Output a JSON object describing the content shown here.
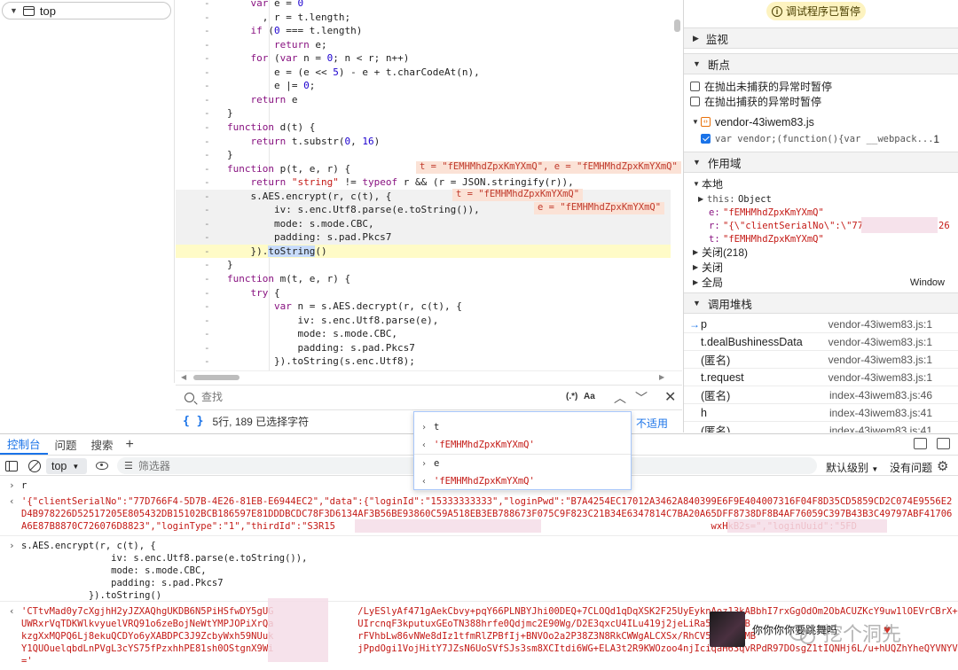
{
  "file_tree": {
    "top_frame": "top"
  },
  "code_lines": [
    {
      "html": "            <span class=\"kw\">var</span> e = <span class=\"num\">0</span>"
    },
    {
      "html": "              , r = t.length;"
    },
    {
      "html": "            <span class=\"kw\">if</span> (<span class=\"num\">0</span> === t.length)"
    },
    {
      "html": "                <span class=\"kw\">return</span> e;"
    },
    {
      "html": "            <span class=\"kw\">for</span> (<span class=\"kw\">var</span> n = <span class=\"num\">0</span>; n &lt; r; n++)"
    },
    {
      "html": "                e = (e &lt;&lt; <span class=\"num\">5</span>) - e + t.charCodeAt(n),"
    },
    {
      "html": "                e |= <span class=\"num\">0</span>;"
    },
    {
      "html": "            <span class=\"kw\">return</span> e"
    },
    {
      "html": "        }"
    },
    {
      "html": "        <span class=\"kw\">function</span> d(t) {"
    },
    {
      "html": "            <span class=\"kw\">return</span> t.substr(<span class=\"num\">0</span>, <span class=\"num\">16</span>)"
    },
    {
      "html": "        }"
    },
    {
      "html": "        <span class=\"kw\">function</span> p(t, e, r) {"
    },
    {
      "html": "            <span class=\"kw\">return</span> <span class=\"str\">\"string\"</span> != <span class=\"kw\">typeof</span> r &amp;&amp; (r = JSON.stringify(r)),"
    },
    {
      "html": "            s.AES.encrypt(r, c(t), {"
    },
    {
      "html": "                iv: s.enc.Utf8.parse(e.toString()),"
    },
    {
      "html": "                mode: s.mode.CBC,"
    },
    {
      "html": "                padding: s.pad.Pkcs7"
    },
    {
      "html": "            }).<span class=\"sel\">toString</span>()"
    },
    {
      "html": "        }"
    },
    {
      "html": "        <span class=\"kw\">function</span> m(t, e, r) {"
    },
    {
      "html": "            <span class=\"kw\">try</span> {"
    },
    {
      "html": "                <span class=\"kw\">var</span> n = s.AES.decrypt(r, c(t), {"
    },
    {
      "html": "                    iv: s.enc.Utf8.parse(e),"
    },
    {
      "html": "                    mode: s.mode.CBC,"
    },
    {
      "html": "                    padding: s.pad.Pkcs7"
    },
    {
      "html": "                }).toString(s.enc.Utf8);"
    }
  ],
  "gutter_mark": "-",
  "inline_values": {
    "p_header": "t = \"fEMHMhdZpxKmYXmQ\", e = \"fEMHMhdZpxKmYXmQ\"",
    "encrypt_line": "t = \"fEMHMhdZpxKmYXmQ\"",
    "iv_line": "e = \"fEMHMhdZpxKmYXmQ\""
  },
  "find_bar": {
    "placeholder": "查找",
    "regex_label": "(.*)",
    "case_label": "Aa"
  },
  "editor_status": {
    "text": "5行, 189 已选择字符",
    "coverage": "不适用"
  },
  "debugger": {
    "paused": "调试程序已暂停",
    "watch_header": "监视",
    "breakpoints_header": "断点",
    "pause_uncaught": "在抛出未捕获的异常时暂停",
    "pause_caught": "在抛出捕获的异常时暂停",
    "bp_file": "vendor-43iwem83.js",
    "bp_code": "var vendor;(function(){var __webpack...",
    "bp_line": "1",
    "scope_header": "作用域",
    "scope_local": "本地",
    "scope_this_key": "this:",
    "scope_this_val": "Object",
    "scope_e_key": "e:",
    "scope_e_val": "\"fEMHMhdZpxKmYXmQ\"",
    "scope_r_key": "r:",
    "scope_r_val": "\"{\\\"clientSerialNo\\\":\\\"77",
    "scope_r_tail": "26",
    "scope_t_key": "t:",
    "scope_t_val": "\"fEMHMhdZpxKmYXmQ\"",
    "closure_218": "关闭(218)",
    "closure": "关闭",
    "global": "全局",
    "global_val": "Window",
    "stack_header": "调用堆栈",
    "stack": [
      {
        "name": "p",
        "loc": "vendor-43iwem83.js:1"
      },
      {
        "name": "t.dealBushinessData",
        "loc": "vendor-43iwem83.js:1"
      },
      {
        "name": "(匿名)",
        "loc": "vendor-43iwem83.js:1"
      },
      {
        "name": "t.request",
        "loc": "vendor-43iwem83.js:1"
      },
      {
        "name": "(匿名)",
        "loc": "index-43iwem83.js:46"
      },
      {
        "name": "h",
        "loc": "index-43iwem83.js:41"
      },
      {
        "name": "(匿名)",
        "loc": "index-43iwem83.js:41"
      }
    ]
  },
  "drawer": {
    "tabs": [
      "控制台",
      "问题",
      "搜索"
    ],
    "add_tab": "+",
    "context": "top",
    "filter_placeholder": "筛选器",
    "levels": "默认级别",
    "issues": "没有问题"
  },
  "console": {
    "in_1": "r",
    "out_1a": "'{\"clientSerialNo\":\"77D766F4-5D7B-4E26-81EB-E6944EC2\",\"data\":{\"loginId\":\"15333333333\",\"loginPwd\":\"B7A4254EC17012A3462A840399E6F9E404007316F04F8D35CD5859CD2C074E9556E2",
    "out_1b": "D4B978226D52517205E805432DB15102BCB186597E81DDDBCDC78F3D6134AF3B56BE93860C59A518EB3EB788673F075C9F823C21B34E6347814C7BA20A65DFF8738DF8B4AF76059C397B43B3C49797ABF41706",
    "out_1c": "A6E87B8870C726076D8823\",\"loginType\":\"1\",\"thirdId\":\"S3R15                                                                   wxHkB2s=\",\"loginUuid\":\"5FD                                  6065\"}}'",
    "in_2": [
      "s.AES.encrypt(r, c(t), {",
      "                iv: s.enc.Utf8.parse(e.toString()),",
      "                mode: s.mode.CBC,",
      "                padding: s.pad.Pkcs7",
      "            }).toString()"
    ],
    "out_2": [
      "'CTtvMad0y7cXgjhH2yJZXAQhgUKDB6N5PiHSfwDY5gUG               /LyESlyAf471gAekCbvy+pqY66PLNBYJhi00DEQ+7CLOQd1qDqXSK2F25UyEyknAoz13kABbhI7rxGgOdOm2ObACUZKcY9uw1lOEVrCBrX++DP",
      "UWRxrVqTDKWlkvyuelVRQ91o6zeBojNeWtYMPJOPiXrQa               UIrcnqF3kputuxGEoTN388hrfe0Qdjmc2E90Wg/D2E3qxcU4ILu419j2jeLiRa5f5kvSeB",
      "kzgXxMQPQ6Lj8ekuQCDYo6yXABDPC3J9ZcbyWxh59NUuk               rFVhbLw86vNWe8dIz1tfmRlZPBfIj+BNVOo2a2P38Z3N8RkCWWgALCXSx/RhCV5EB/aRWMB",
      "Y1QUOuelqbdLnPVgL3cYS75fPzxhhPE81sh0OStgnX9Wi               jPpdOgi1VojHitY7JZsN6UoSVfSJs3sm8XCItdi6WG+ELA3t2R9KWOzoo4njIciqaH63qvRPdR97DOsgZ1tIQNHj6L/u+hUQZhYheQYVNYVDA=",
      "='"
    ]
  },
  "popup": [
    {
      "kind": "in",
      "text": "t"
    },
    {
      "kind": "out",
      "text": "'fEMHMhdZpxKmYXmQ'"
    },
    {
      "kind": "in",
      "text": "e"
    },
    {
      "kind": "out",
      "text": "'fEMHMhdZpxKmYXmQ'"
    }
  ],
  "music": {
    "title": "你你你你要跳舞吗"
  },
  "watermark": {
    "text": "挖个洞先"
  },
  "colors": {
    "accent": "#1a73e8",
    "exec_line": "#fffbc7",
    "inline_value_bg": "#fbe2d6",
    "string": "#c41a16",
    "keyword": "#881280"
  }
}
